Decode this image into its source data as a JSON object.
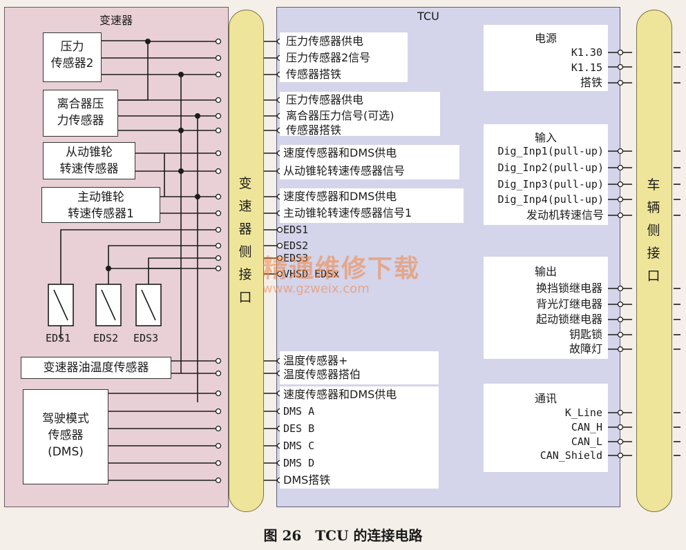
{
  "transmission": {
    "title": "变速器",
    "boxes": [
      "压力\n传感器2",
      "离合器压\n力传感器",
      "从动锥轮\n转速传感器",
      "主动锥轮\n转速传感器1",
      "变速器油温度传感器",
      "驾驶模式\n传感器\n(DMS)"
    ],
    "eds_labels": [
      "EDS1",
      "EDS2",
      "EDS3"
    ]
  },
  "transmission_connector": {
    "label": "变\n速\n器\n侧\n接\n口"
  },
  "tcu": {
    "title": "TCU",
    "pins": [
      "压力传感器供电",
      "压力传感器2信号",
      "传感器搭铁",
      "压力传感器供电",
      "离合器压力信号(可选)",
      "传感器搭铁",
      "速度传感器和DMS供电",
      "从动锥轮转速传感器信号",
      "速度传感器和DMS供电",
      "主动锥轮转速传感器信号1",
      "EDS1",
      "EDS2",
      "EDS3",
      "VHSD EDSx",
      "温度传感器+",
      "温度传感器搭伯",
      "速度传感器和DMS供电",
      "DMS A",
      "DES B",
      "DMS C",
      "DMS D",
      "DMS搭铁"
    ],
    "groups": [
      {
        "title": "电源",
        "items": [
          "K1.30",
          "K1.15",
          "搭铁"
        ]
      },
      {
        "title": "输入",
        "items": [
          "Dig_Inp1(pull-up)",
          "Dig_Inp2(pull-up)",
          "Dig_Inp3(pull-up)",
          "Dig_Inp4(pull-up)",
          "发动机转速信号"
        ]
      },
      {
        "title": "输出",
        "items": [
          "换挡锁继电器",
          "背光灯继电器",
          "起动锁继电器",
          "钥匙锁",
          "故障灯"
        ]
      },
      {
        "title": "通讯",
        "items": [
          "K_Line",
          "CAN_H",
          "CAN_L",
          "CAN_Shield"
        ]
      }
    ]
  },
  "vehicle_connector": {
    "label": "车\n辆\n侧\n接\n口"
  },
  "watermark": {
    "line1": "精通维修下载",
    "line2": "www.gzweix.com"
  },
  "caption": "图 26　TCU 的连接电路",
  "colors": {
    "transmission_bg": "#e8d0d6",
    "tcu_bg": "#d4d4ea",
    "connector_bg": "#efe59a"
  }
}
